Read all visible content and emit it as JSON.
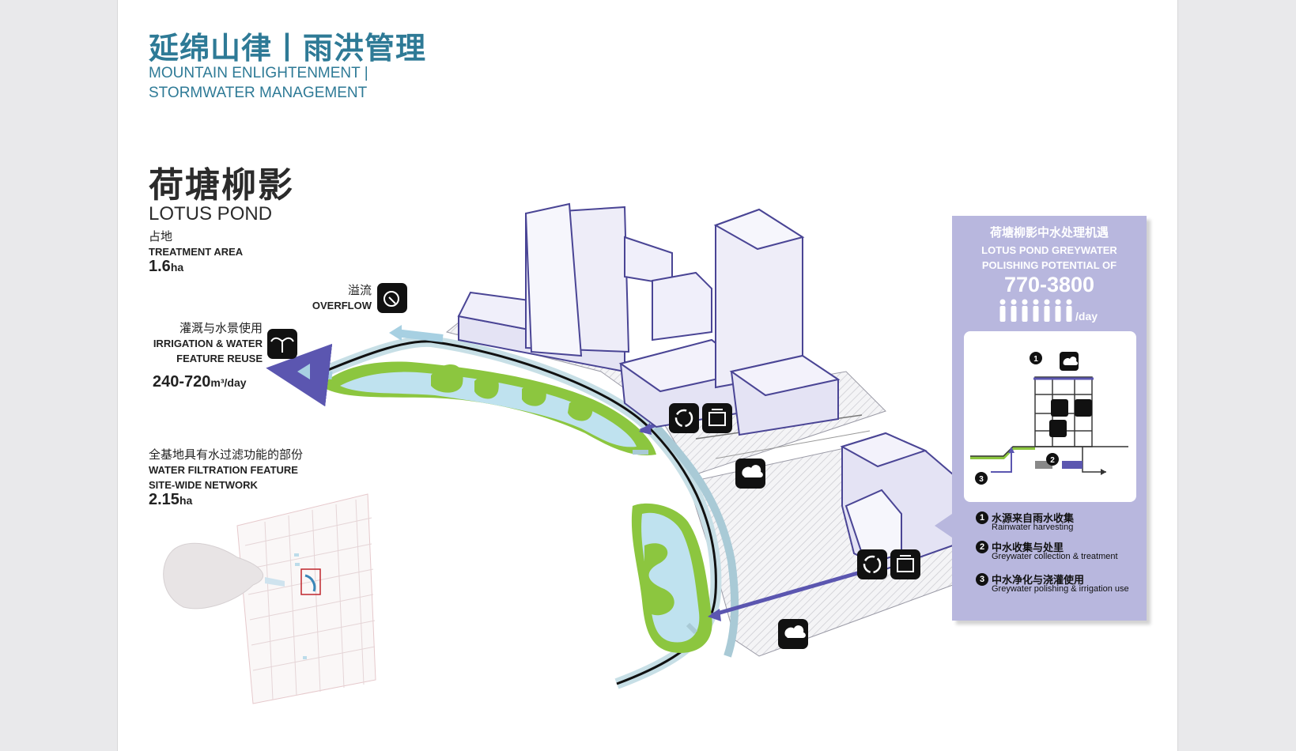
{
  "header": {
    "title_cn": "延绵山律丨雨洪管理",
    "title_en_line1": "MOUNTAIN ENLIGHTENMENT |",
    "title_en_line2": "STORMWATER MANAGEMENT"
  },
  "lotus": {
    "title_cn": "荷塘柳影",
    "title_en": "LOTUS POND"
  },
  "treatment": {
    "label_cn": "占地",
    "label_en": "TREATMENT AREA",
    "value": "1.6",
    "unit": "ha"
  },
  "overflow": {
    "label_cn": "溢流",
    "label_en": "OVERFLOW",
    "icon": "overflow-icon"
  },
  "irrigation": {
    "label_cn": "灌溉与水景使用",
    "label_en_line1": "IRRIGATION & WATER",
    "label_en_line2": "FEATURE REUSE",
    "value": "240-720",
    "unit": "m³/day",
    "icon": "fountain-icon"
  },
  "filtration": {
    "label_cn": "全基地具有水过滤功能的部份",
    "label_en_line1": "WATER FILTRATION FEATURE",
    "label_en_line2": "SITE-WIDE NETWORK",
    "value": "2.15",
    "unit": "ha"
  },
  "panel": {
    "title_cn": "荷塘柳影中水处理机遇",
    "title_en_line1": "LOTUS POND GREYWATER",
    "title_en_line2": "POLISHING POTENTIAL OF",
    "value": "770-3800",
    "unit": "/day",
    "card_numbers": [
      "1",
      "2",
      "3"
    ],
    "legend": [
      {
        "num": "1",
        "cn": "水源来自雨水收集",
        "en": "Rainwater harvesting"
      },
      {
        "num": "2",
        "cn": "中水收集与处里",
        "en": "Greywater collection & treatment"
      },
      {
        "num": "3",
        "cn": "中水净化与浇灌使用",
        "en": "Greywater polishing & irrigation use"
      }
    ]
  },
  "colors": {
    "teal": "#2e7a96",
    "water": "#bfe2ef",
    "green": "#8cc63f",
    "purple": "#5b56b0",
    "panel": "#b8b7de",
    "building": "#e4e3f4"
  }
}
